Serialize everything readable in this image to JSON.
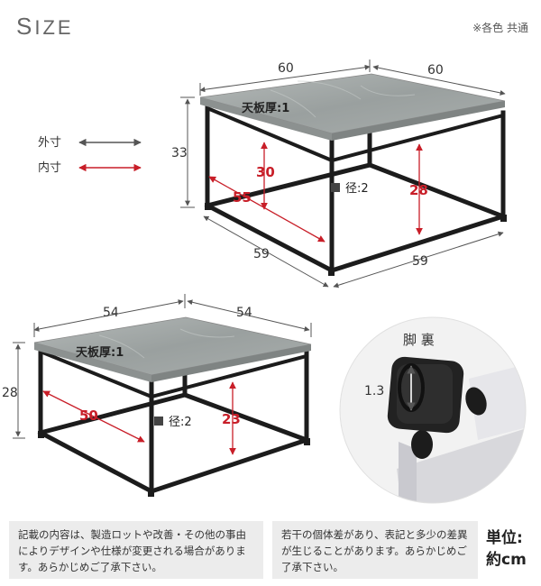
{
  "header": {
    "title_initial": "S",
    "title_rest": "IZE",
    "colors_note": "※各色 共通"
  },
  "legend": {
    "outer_label": "外寸",
    "inner_label": "内寸",
    "outer_color": "#555555",
    "inner_color": "#c81e28"
  },
  "large_table": {
    "outer_width": "60",
    "outer_depth": "60",
    "outer_height": "33",
    "top_thickness": "天板厚:1",
    "inner_height": "30",
    "inner_diag": "55",
    "inner_height_back": "28",
    "leg_diameter": "径:2",
    "frame_width": "59",
    "frame_depth": "59"
  },
  "small_table": {
    "outer_width": "54",
    "outer_depth": "54",
    "outer_height": "28",
    "top_thickness": "天板厚:1",
    "inner_diag": "50",
    "inner_height": "23",
    "leg_diameter": "径:2"
  },
  "leg_detail": {
    "title": "脚 裏",
    "dimension": "1.3"
  },
  "footer": {
    "note_left": "記載の内容は、製造ロットや改善・その他の事由によりデザインや仕様が変更される場合があります。あらかじめご了承下さい。",
    "note_right": "若干の個体差があり、表記と多少の差異が生じることがあります。あらかじめご了承下さい。",
    "unit_label": "単位:",
    "unit_value": "約cm"
  },
  "colors": {
    "stone_top": "#9ea3a3",
    "frame": "#1c1c1c",
    "dim_line": "#555555",
    "inner_dim": "#c81e28",
    "footer_bg": "#ececec"
  }
}
